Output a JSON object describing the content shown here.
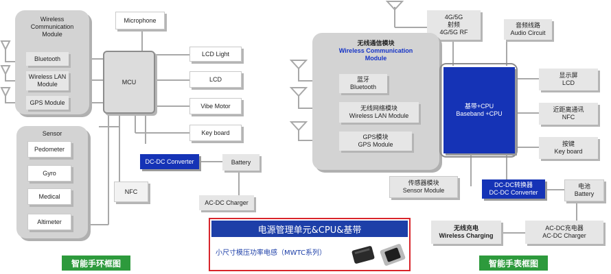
{
  "left": {
    "wireless_group": {
      "title_lines": [
        "Wireless",
        "Communication",
        "Module"
      ]
    },
    "bluetooth": "Bluetooth",
    "wlan_lines": [
      "Wireless LAN",
      "Module"
    ],
    "gps": "GPS Module",
    "microphone": "Microphone",
    "mcu": "MCU",
    "lcd_light": "LCD Light",
    "lcd": "LCD",
    "vibe_motor": "Vibe Motor",
    "keyboard": "Key board",
    "sensor_group": {
      "title": "Sensor"
    },
    "pedometer": "Pedometer",
    "gyro": "Gyro",
    "medical": "Medical",
    "altimeter": "Altimeter",
    "nfc": "NFC",
    "dcdc": "DC-DC Converter",
    "battery": "Battery",
    "ac_dc": "AC-DC Charger",
    "caption": "智能手环框图"
  },
  "banner": {
    "title": "电源管理单元&CPU&基带",
    "subtitle": "小尺寸模压功率电感（MWTC系列）"
  },
  "right": {
    "rf_lines": [
      "4G/5G",
      "射频",
      "4G/5G RF"
    ],
    "audio_lines": [
      "音频线路",
      "Audio Circuit"
    ],
    "wireless_group": {
      "title_cn": "无线通信模块",
      "title_en_lines": [
        "Wireless Communication",
        "Module"
      ]
    },
    "bluetooth_lines": [
      "蓝牙",
      "Bluetooth"
    ],
    "wlan_lines": [
      "无线网络模块",
      "Wireless LAN Module"
    ],
    "gps_lines": [
      "GPS模块",
      "GPS Module"
    ],
    "cpu_lines": [
      "基带+CPU",
      "Baseband +CPU"
    ],
    "lcd_lines": [
      "显示屏",
      "LCD"
    ],
    "nfc_lines": [
      "近距离通讯",
      "NFC"
    ],
    "keyboard_lines": [
      "按键",
      "Key board"
    ],
    "sensor_lines": [
      "传感器模块",
      "Sensor Module"
    ],
    "dcdc_lines": [
      "DC-DC转换器",
      "DC-DC Converter"
    ],
    "battery_lines": [
      "电池",
      "Battery"
    ],
    "wireless_charging_lines": [
      "无线充电",
      "Wireless Charging"
    ],
    "ac_dc_lines": [
      "AC-DC充电器",
      "AC-DC Charger"
    ],
    "caption": "智能手表框图"
  },
  "colors": {
    "accent_blue": "#1533b6",
    "caption_green": "#2d9a3c",
    "banner_red": "#d8242a",
    "line_gray": "#a8a8a8"
  }
}
